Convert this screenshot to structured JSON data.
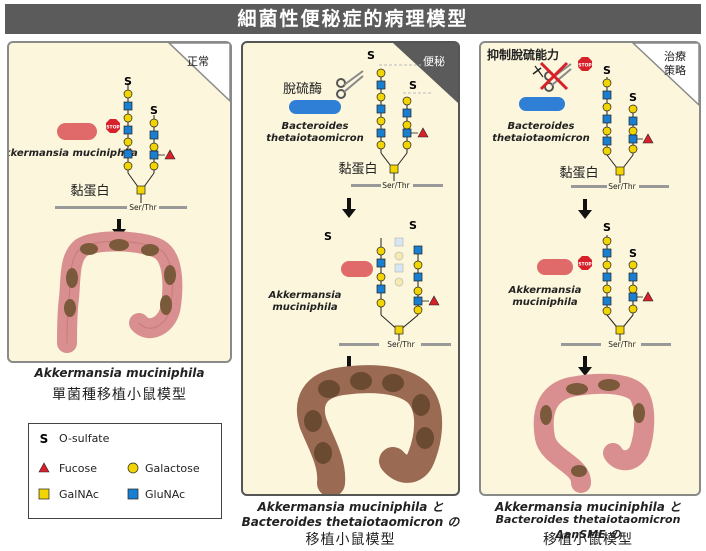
{
  "title": "細菌性便秘症的病理模型",
  "panels": {
    "normal": {
      "tag": "正常",
      "bacterium": "Akkermansia muciniphila",
      "mucin": "黏蛋白",
      "anchor": "Ser/Thr"
    },
    "constip": {
      "tag": "便秘",
      "enzyme": "脫硫酶",
      "bacterium_top_1": "Bacteroides",
      "bacterium_top_2": "thetaiotaomicron",
      "mucin": "黏蛋白",
      "bacterium_mid_1": "Akkermansia",
      "bacterium_mid_2": "muciniphila",
      "anchor": "Ser/Thr"
    },
    "treat": {
      "tag_1": "治療",
      "tag_2": "策略",
      "enzyme": "抑制脫硫能力",
      "bacterium_top_1": "Bacteroides",
      "bacterium_top_2": "thetaiotaomicron",
      "mucin": "黏蛋白",
      "bacterium_mid_1": "Akkermansia",
      "bacterium_mid_2": "muciniphila",
      "anchor": "Ser/Thr"
    }
  },
  "captions": {
    "normal_1": "Akkermansia muciniphila",
    "normal_2": "單菌種移植小鼠模型",
    "constip_1": "Akkermansia muciniphila と",
    "constip_2": "Bacteroides thetaiotaomicron の",
    "constip_3": "移植小鼠模型",
    "treat_1": "Akkermansia muciniphila と",
    "treat_2": "Bacteroides thetaiotaomicron ΔanSME の",
    "treat_3": "移植小鼠模型"
  },
  "legend": {
    "s_symbol": "S",
    "sulfate": "O-sulfate",
    "fucose": "Fucose",
    "galactose": "Galactose",
    "galnac": "GalNAc",
    "glunac": "GluNAc"
  },
  "stop_label": "STOP",
  "colors": {
    "galactose": "#f2d400",
    "glcnac": "#1a7fd0",
    "fucose": "#d8202a",
    "galnac": "#f2d400",
    "stop": "#d8202a",
    "akk": "#e06a6a",
    "bacteroides": "#2f7fd6",
    "colon": "#d98f8f",
    "feces": "#7a5a3a"
  }
}
